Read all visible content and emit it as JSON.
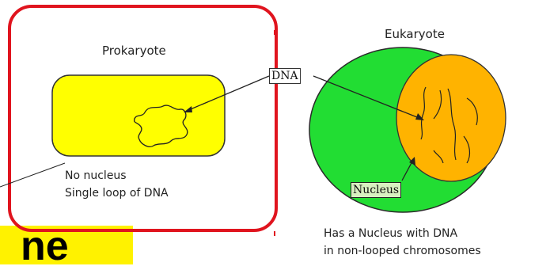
{
  "prokaryote": {
    "title": "Prokaryote",
    "note_line1": "No nucleus",
    "note_line2": "Single loop of DNA"
  },
  "eukaryote": {
    "title": "Eukaryote",
    "note_line1": "Has a Nucleus with DNA",
    "note_line2": "in non-looped chromosomes"
  },
  "labels": {
    "dna": "DNA",
    "nucleus": "Nucleus"
  },
  "highlight": {
    "text": "ne"
  },
  "colors": {
    "frame": "#e0141e",
    "cell_yellow": "#ffff00",
    "cell_green": "#22dd33",
    "nucleus_orange": "#ffb300",
    "highlight_yellow": "#fff200"
  }
}
